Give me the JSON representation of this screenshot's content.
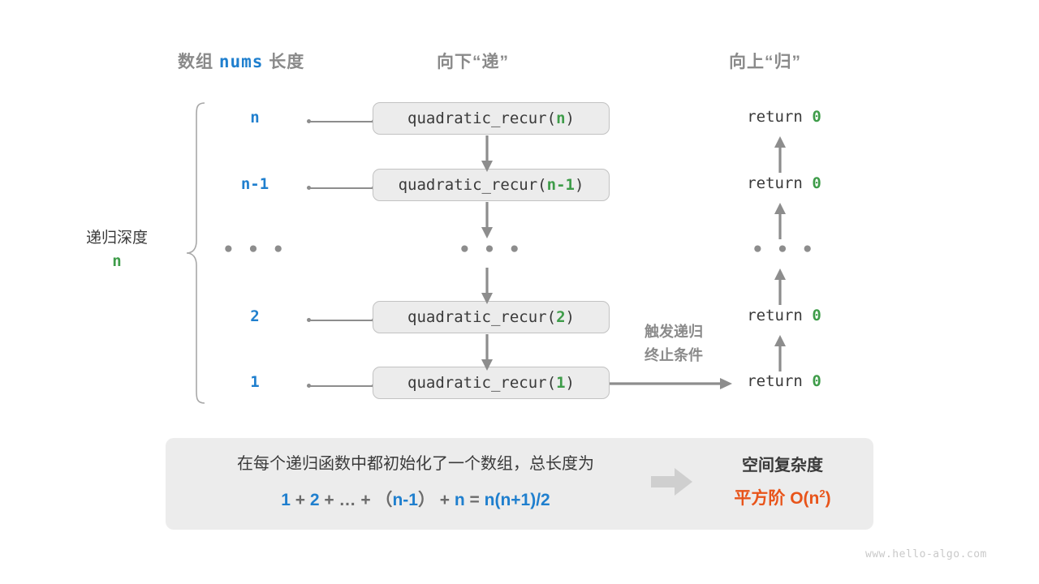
{
  "headers": {
    "array_prefix": "数组",
    "array_mono": "nums",
    "array_suffix": "长度",
    "down": "向下“递”",
    "up": "向上“归”"
  },
  "depth": {
    "label": "递归深度",
    "value": "n"
  },
  "rows": [
    {
      "arg": "n",
      "call_prefix": "quadratic_recur(",
      "call_arg": "n",
      "call_suffix": ")",
      "ret_text": "return ",
      "ret_value": "0"
    },
    {
      "arg": "n-1",
      "call_prefix": "quadratic_recur(",
      "call_arg": "n-1",
      "call_suffix": ")",
      "ret_text": "return ",
      "ret_value": "0"
    },
    {
      "arg": "2",
      "call_prefix": "quadratic_recur(",
      "call_arg": "2",
      "call_suffix": ")",
      "ret_text": "return ",
      "ret_value": "0"
    },
    {
      "arg": "1",
      "call_prefix": "quadratic_recur(",
      "call_arg": "1",
      "call_suffix": ")",
      "ret_text": "return ",
      "ret_value": "0"
    }
  ],
  "ellipsis": {
    "left": "• • •",
    "mid": "• • •",
    "right": "• • •"
  },
  "trigger_note": {
    "line1": "触发递归",
    "line2": "终止条件"
  },
  "summary": {
    "text": "在每个递归函数中都初始化了一个数组，总长度为",
    "formula": {
      "t1": "1",
      "op1": " + ",
      "t2": "2",
      "op2": " + … + （",
      "t3": "n-1",
      "op3": "） + ",
      "t4": "n",
      "op4": " = ",
      "t5": "n(n+1)/2"
    },
    "complexity_title": "空间复杂度",
    "complexity_value_prefix": "平方阶  O(n",
    "complexity_value_sup": "2",
    "complexity_value_suffix": ")"
  },
  "watermark": "www.hello-algo.com",
  "colors": {
    "blue": "#1f7fce",
    "green": "#3e9c49",
    "orange": "#e8541a",
    "gray_text": "#3a3a3a",
    "gray_muted": "#8a8a8a",
    "panel_bg": "#ececec"
  }
}
